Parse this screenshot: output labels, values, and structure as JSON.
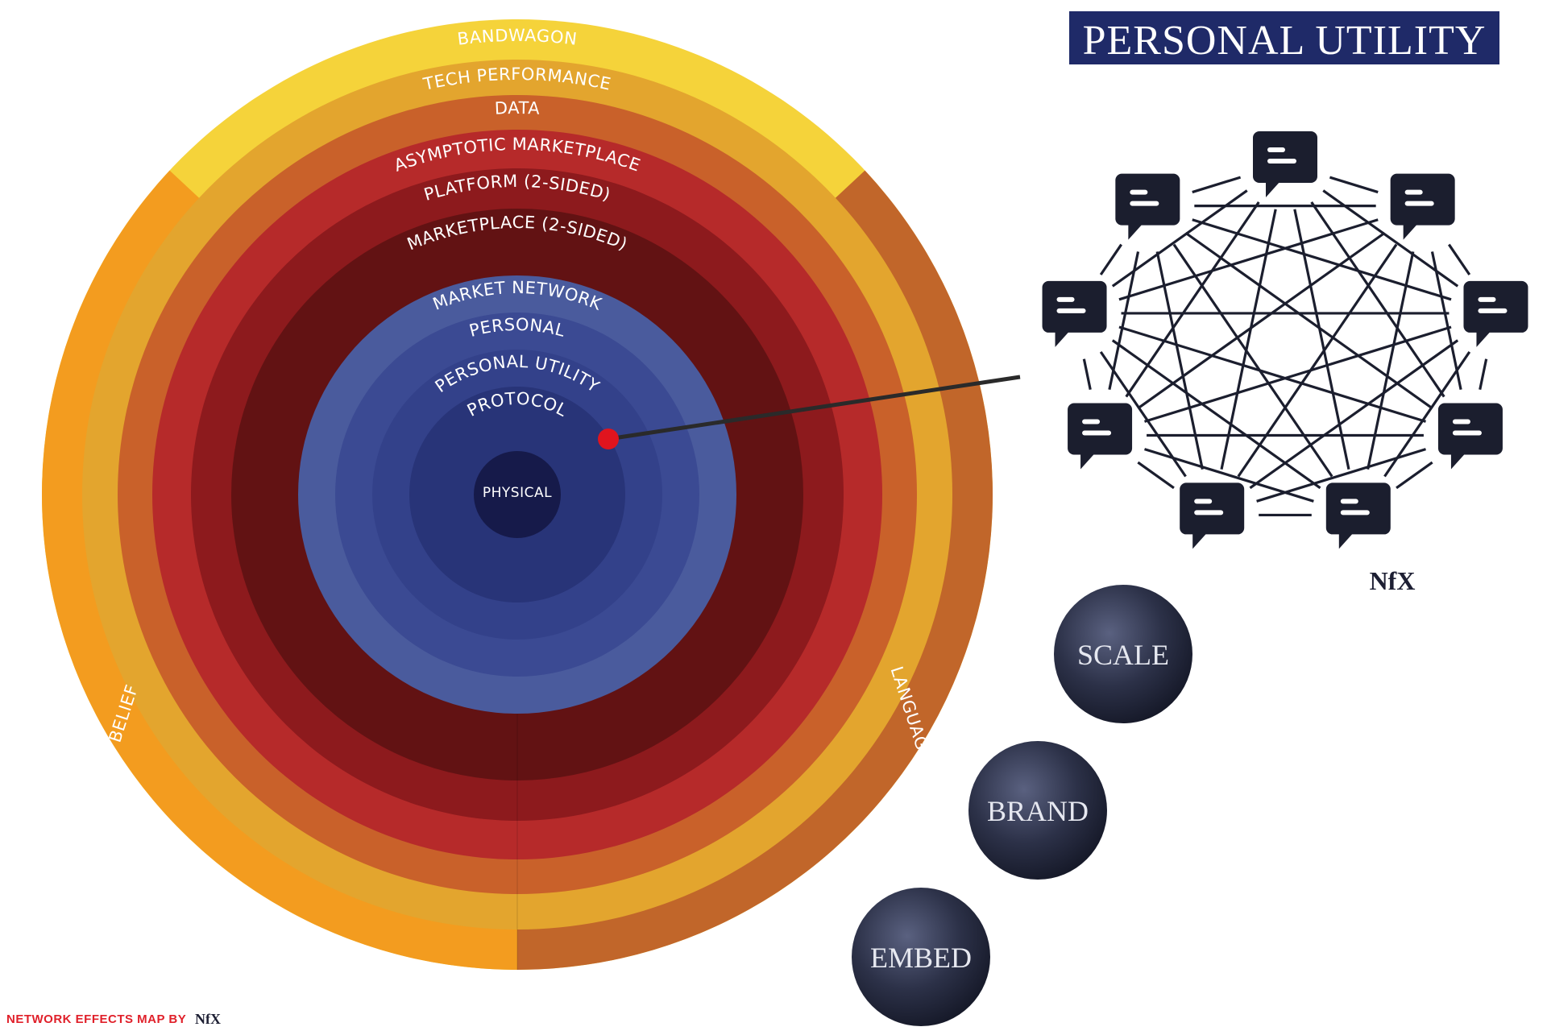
{
  "diagram": {
    "rings": [
      {
        "label": "BANDWAGON",
        "color": "#f5d33a"
      },
      {
        "label": "TECH PERFORMANCE",
        "color": "#e3a52e"
      },
      {
        "label": "DATA",
        "color": "#c9612a"
      },
      {
        "label": "ASYMPTOTIC MARKETPLACE",
        "color": "#b62a2a"
      },
      {
        "label": "PLATFORM (2-SIDED)",
        "color": "#8d1a1d"
      },
      {
        "label": "MARKETPLACE (2-SIDED)",
        "color": "#621213"
      },
      {
        "label": "MARKET NETWORK",
        "color": "#4a5b9d"
      },
      {
        "label": "PERSONAL",
        "color": "#3b4a93"
      },
      {
        "label": "PERSONAL UTILITY",
        "color": "#33418a"
      },
      {
        "label": "PROTOCOL",
        "color": "#283478"
      },
      {
        "label": "PHYSICAL",
        "color": "#161a4a"
      }
    ],
    "side_labels": {
      "left": "BELIEF",
      "right": "LANGUAGE"
    },
    "side_colors": {
      "left": "#f39c1f",
      "right": "#c1662a"
    },
    "highlight_color": "#e0141e"
  },
  "panel": {
    "title": "PERSONAL UTILITY",
    "title_bg": "#1f2a68",
    "node_color": "#1b1e2e",
    "logo": "NfX"
  },
  "spheres": [
    {
      "label": "SCALE"
    },
    {
      "label": "BRAND"
    },
    {
      "label": "EMBED"
    }
  ],
  "footer": {
    "text": "NETWORK EFFECTS MAP BY",
    "logo": "NfX"
  }
}
